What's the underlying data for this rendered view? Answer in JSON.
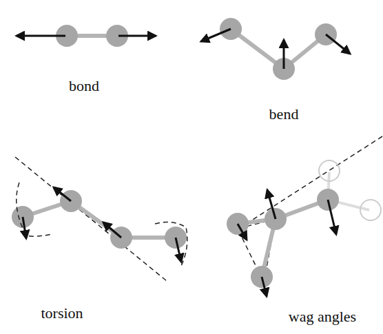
{
  "diagram": {
    "labels": [
      "bond",
      "bend",
      "torsion",
      "wag angles"
    ]
  }
}
